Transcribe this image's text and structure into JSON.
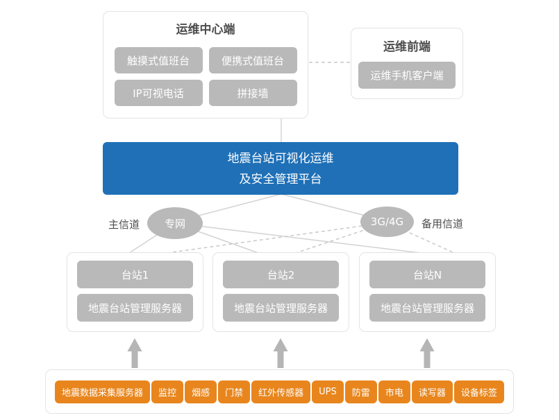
{
  "colors": {
    "platform_blue": "#1f70b7",
    "device_orange": "#e8861d",
    "node_gray": "#b9b9b9",
    "connector_gray": "#cfcfcf"
  },
  "ops_center": {
    "title": "运维中心端",
    "items": [
      "触摸式值班台",
      "便携式值班台",
      "IP可视电话",
      "拼接墙"
    ]
  },
  "ops_front": {
    "title": "运维前端",
    "client": "运维手机客户端"
  },
  "platform": {
    "line1": "地震台站可视化运维",
    "line2": "及安全管理平台"
  },
  "channels": {
    "primary_label": "主信道",
    "primary_node": "专网",
    "backup_node": "3G/4G",
    "backup_label": "备用信道"
  },
  "stations": [
    {
      "name": "台站1",
      "server": "地震台站管理服务器"
    },
    {
      "name": "台站2",
      "server": "地震台站管理服务器"
    },
    {
      "name": "台站N",
      "server": "地震台站管理服务器"
    }
  ],
  "devices": [
    "地震数据采集服务器",
    "监控",
    "烟感",
    "门禁",
    "红外传感器",
    "UPS",
    "防雷",
    "市电",
    "读写器",
    "设备标签"
  ]
}
